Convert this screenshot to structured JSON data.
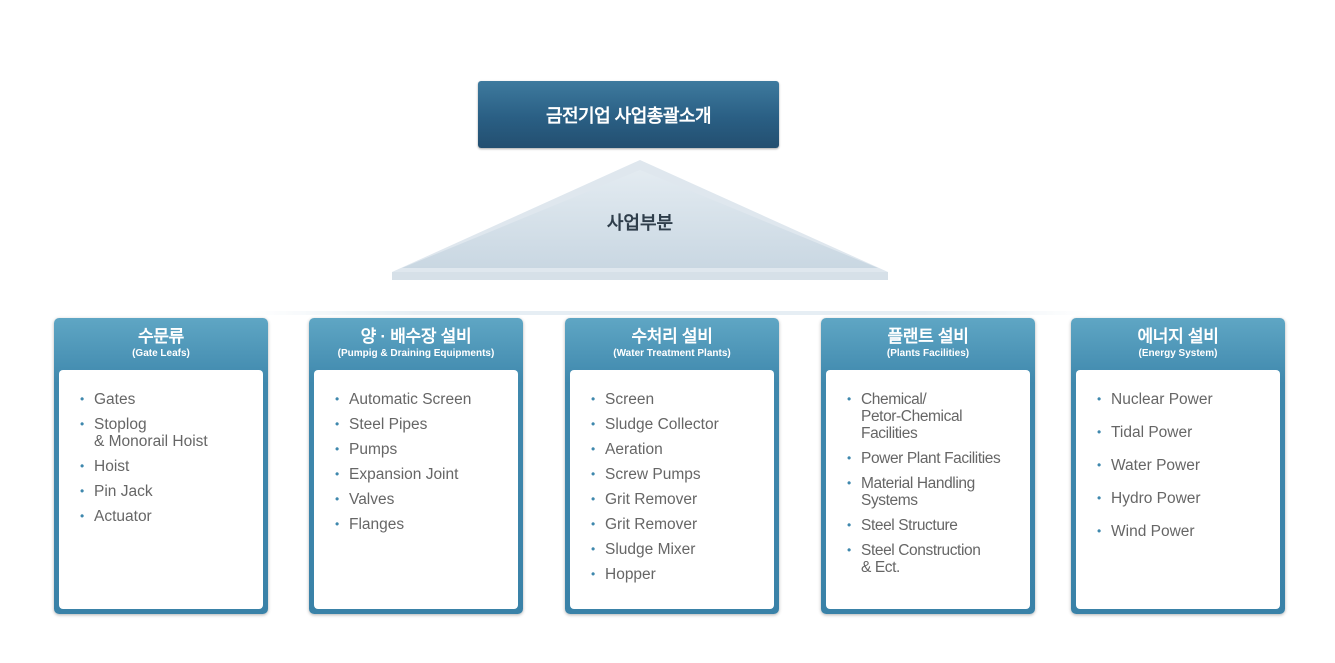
{
  "header": {
    "title": "금전기업 사업총괄소개"
  },
  "pyramid": {
    "label": "사업부분"
  },
  "cards": [
    {
      "title": "수문류",
      "subtitle": "(Gate Leafs)",
      "items": [
        "Gates",
        "Stoplog\n& Monorail Hoist",
        "Hoist",
        "Pin Jack",
        "Actuator"
      ]
    },
    {
      "title": "양 · 배수장 설비",
      "subtitle": "(Pumpig & Draining Equipments)",
      "items": [
        "Automatic Screen",
        "Steel Pipes",
        "Pumps",
        "Expansion Joint",
        "Valves",
        "Flanges"
      ]
    },
    {
      "title": "수처리 설비",
      "subtitle": "(Water Treatment Plants)",
      "items": [
        "Screen",
        "Sludge Collector",
        "Aeration",
        "Screw Pumps",
        "Grit Remover",
        "Grit Remover",
        "Sludge Mixer",
        "Hopper"
      ]
    },
    {
      "title": "플랜트 설비",
      "subtitle": "(Plants Facilities)",
      "items": [
        "Chemical/\nPetor-Chemical\nFacilities",
        "Power Plant Facilities",
        "Material Handling\nSystems",
        "Steel Structure",
        "Steel Construction\n& Ect."
      ]
    },
    {
      "title": "에너지 설비",
      "subtitle": "(Energy System)",
      "items": [
        "Nuclear Power",
        "Tidal Power",
        "Water Power",
        "Hydro Power",
        "Wind  Power"
      ]
    }
  ]
}
